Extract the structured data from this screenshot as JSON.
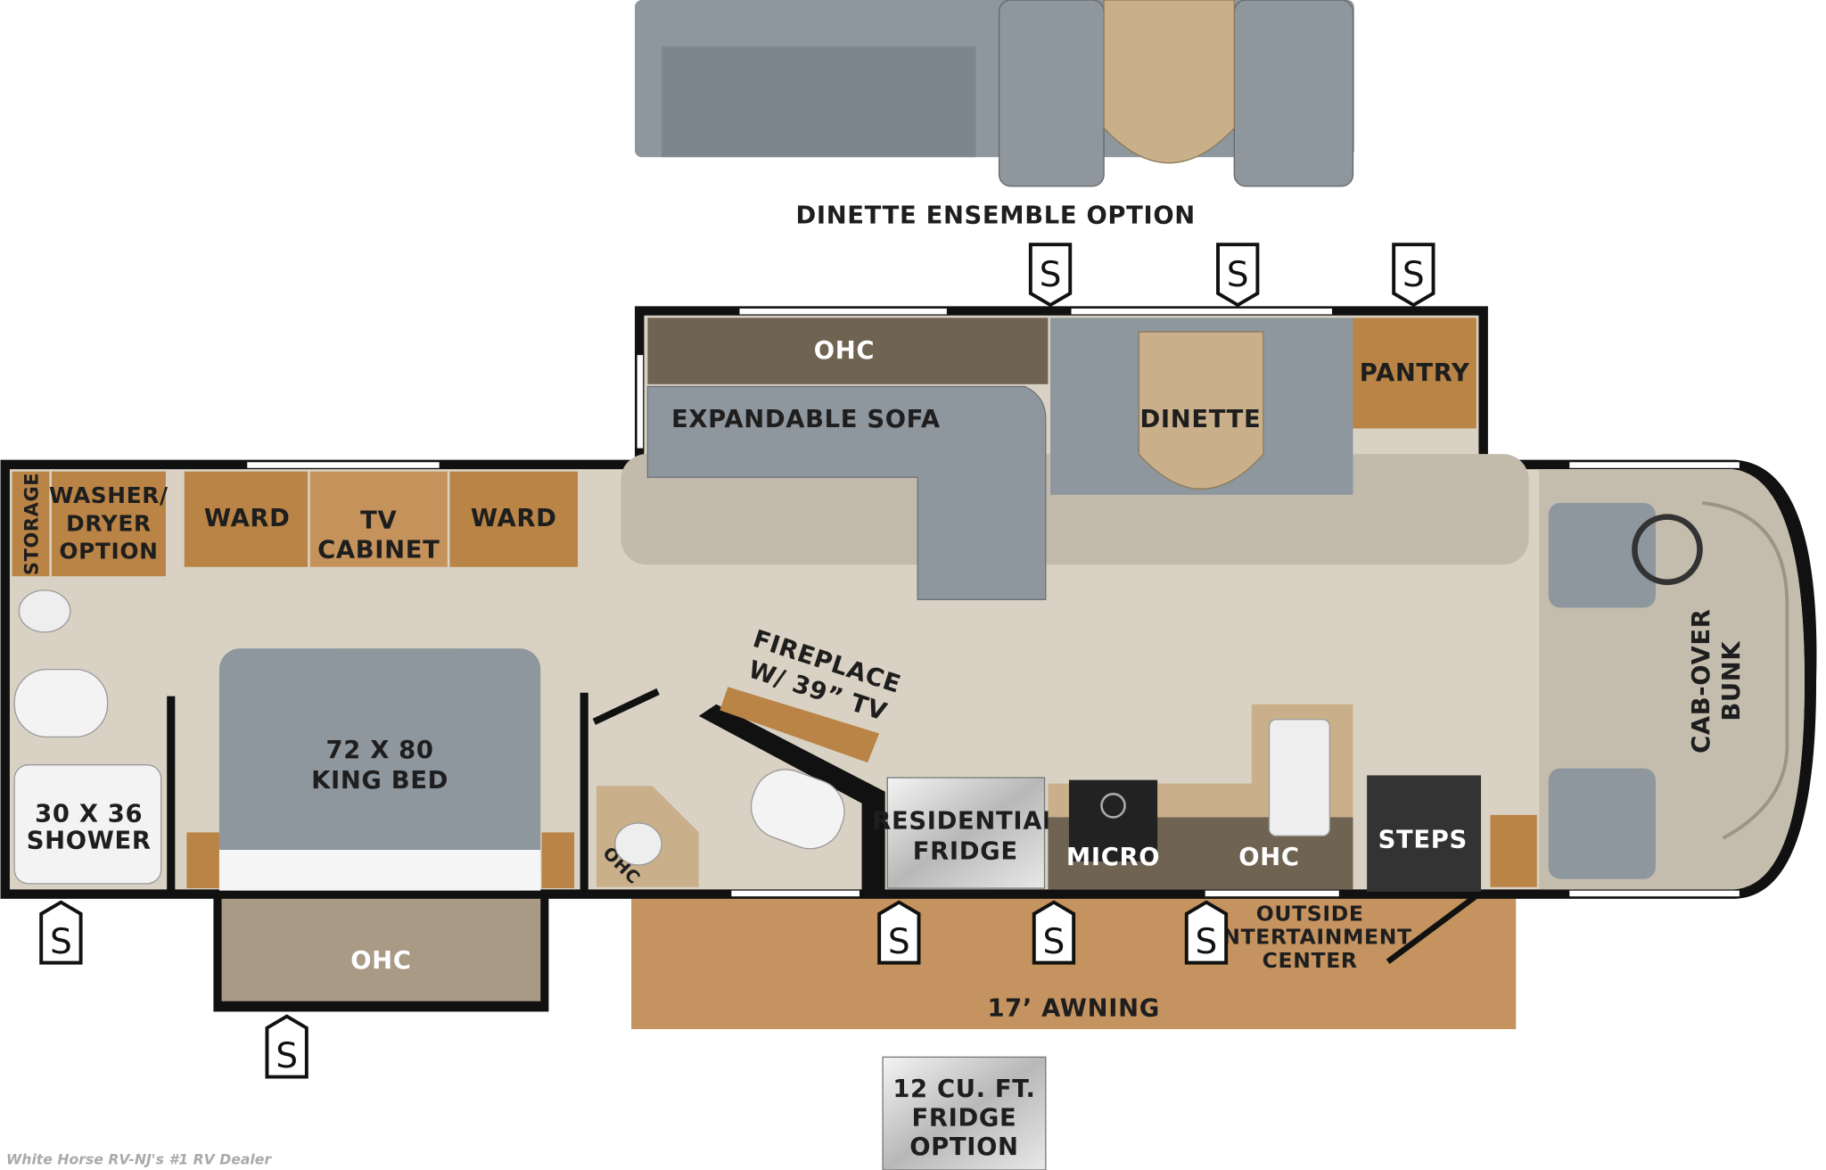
{
  "option_label": "DINETTE ENSEMBLE OPTION",
  "rooms": {
    "storage": "STORAGE",
    "washer_dryer": [
      "WASHER/",
      "DRYER",
      "OPTION"
    ],
    "ward_left": "WARD",
    "tv_cabinet": [
      "TV",
      "CABINET"
    ],
    "ward_right": "WARD",
    "shower": [
      "30 X 36",
      "SHOWER"
    ],
    "bed": [
      "72 X 80",
      "KING BED"
    ],
    "bed_ohc": "OHC",
    "top_ohc": "OHC",
    "sofa": "EXPANDABLE SOFA",
    "dinette": "DINETTE",
    "pantry": "PANTRY",
    "fireplace": [
      "FIREPLACE",
      "W/ 39” TV"
    ],
    "bath_ohc": "OHC",
    "fridge": [
      "RESIDENTIAL",
      "FRIDGE"
    ],
    "micro": "MICRO",
    "kitchen_ohc": "OHC",
    "steps": "STEPS",
    "cabover": [
      "CAB-OVER",
      "BUNK"
    ],
    "outside_ent": [
      "OUTSIDE",
      "ENTERTAINMENT",
      "CENTER"
    ],
    "awning": "17’ AWNING",
    "fridge_option": [
      "12 CU. FT.",
      "FRIDGE",
      "OPTION"
    ]
  },
  "slide_marker": "S",
  "watermark": "White Horse RV-NJ's #1 RV Dealer",
  "colors": {
    "wall": "#111111",
    "floor": "#d9d2c4",
    "cabinet": "#b98446",
    "upholstery": "#8e969e",
    "ohc": "#6f6352",
    "awning": "#c4935f"
  }
}
